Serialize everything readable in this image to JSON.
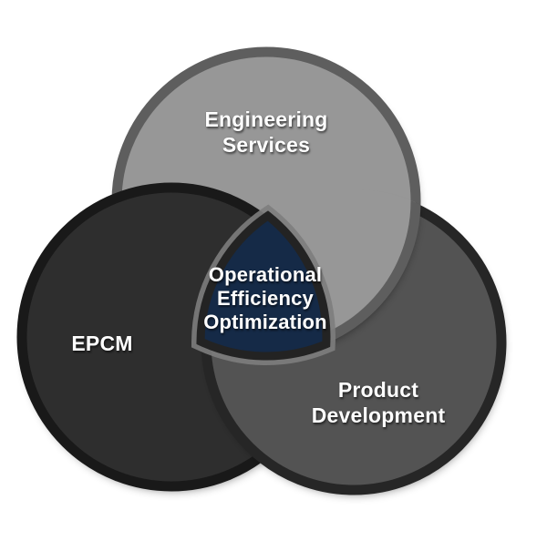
{
  "diagram": {
    "type": "venn-3-circle",
    "background_color": "#ffffff",
    "text_color": "#ffffff",
    "circles": [
      {
        "id": "engineering-services",
        "label": "Engineering Services",
        "fill": "#979797",
        "rim": "#5e5e5e",
        "position": "top"
      },
      {
        "id": "epcm",
        "label": "EPCM",
        "fill": "#2e2e2e",
        "rim": "#191919",
        "position": "bottom-left"
      },
      {
        "id": "product-development",
        "label": "Product Development",
        "fill": "#535353",
        "rim": "#262626",
        "position": "bottom-right"
      }
    ],
    "center_intersection": {
      "label": "Operational Efficiency Optimization",
      "fill": "#152a47",
      "rim": "#232323",
      "halo": "#7d7d7d"
    }
  }
}
